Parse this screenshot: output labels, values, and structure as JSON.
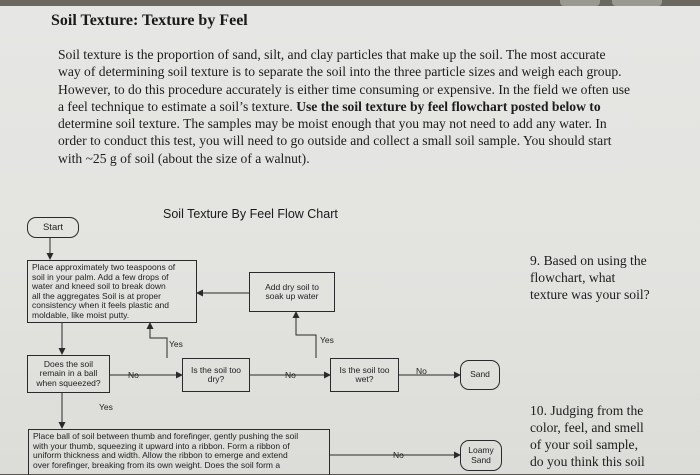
{
  "heading": "Soil Texture: Texture by Feel",
  "paragraph": {
    "lines": [
      "Soil texture is the proportion of sand, silt, and clay particles that make up the soil.  The most accurate",
      "way of determining soil texture is to separate the soil into the three particle sizes and weigh each group.",
      "However, to do this procedure accurately is either time consuming or expensive. In the field we often use",
      "a feel technique to estimate a soil’s texture. "
    ],
    "bold_text": "Use the soil texture by feel flowchart posted below to",
    "line5": "determine soil texture.",
    "line5_rest": " The samples may be moist enough that you may not need to add any water. In",
    "line6": "order to conduct this test, you will need to go outside and collect a small soil sample. You should start",
    "line7": "with ~25 g of soil (about the size of a walnut)."
  },
  "flowchart": {
    "title": "Soil Texture By Feel Flow Chart",
    "start": "Start",
    "place_box": [
      "Place approximately two teaspoons of",
      "soil in your palm.  Add a few drops of",
      "water and kneed soil to break down",
      "all the aggregates  Soil is at proper",
      "consistency when it feels plastic and",
      "moldable, like moist putty."
    ],
    "add_dry": [
      "Add dry soil to",
      "soak up water"
    ],
    "ball_question": [
      "Does the soil",
      "remain in a ball",
      "when squeezed?"
    ],
    "too_dry": [
      "Is the soil too",
      "dry?"
    ],
    "too_wet": [
      "Is the soil too",
      "wet?"
    ],
    "sand": "Sand",
    "loamy_sand": [
      "Loamy",
      "Sand"
    ],
    "ribbon_box": [
      "Place ball of soil between thumb and forefinger, gently pushing the soil",
      "with your thumb, squeezing it upward into a ribbon.  Form a ribbon of",
      "uniform thickness and width.  Allow the ribbon to emerge and extend",
      "over forefinger, breaking from its own weight.  Does the soil form a"
    ],
    "labels": {
      "yes": "Yes",
      "no": "No"
    }
  },
  "questions": {
    "q9": [
      "9. Based on using the",
      "flowchart, what",
      "texture was your soil?"
    ],
    "q10": [
      "10. Judging from the",
      "color, feel, and smell",
      "of your soil sample,",
      "do you think this soil"
    ]
  }
}
